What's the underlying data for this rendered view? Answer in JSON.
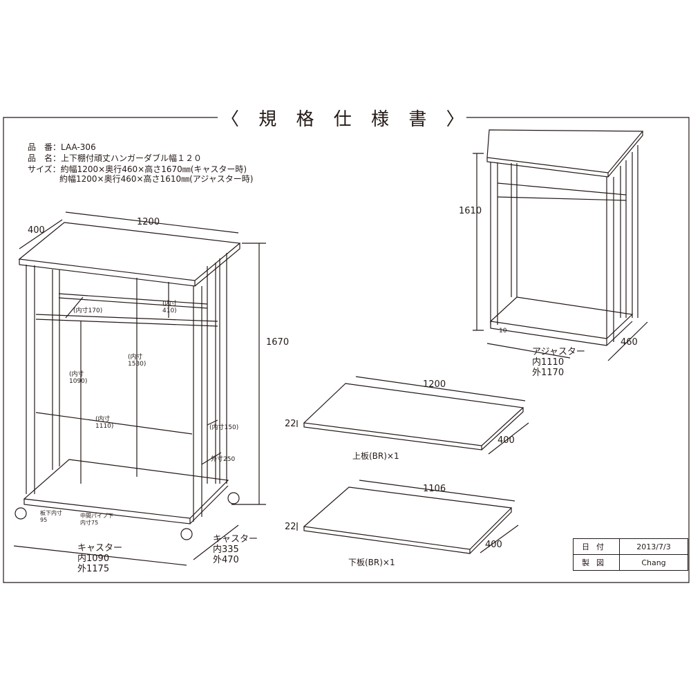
{
  "title": "〈 規 格 仕 様 書 〉",
  "spec": {
    "number_label": "品　番：",
    "number": "LAA-306",
    "name_label": "品　名：",
    "name": "上下棚付頑丈ハンガーダブル幅１２０",
    "size_label": "サイズ：",
    "size_caster": "約幅1200×奥行460×高さ1670㎜(キャスター時)",
    "size_adjuster": "約幅1200×奥行460×高さ1610㎜(アジャスター時)"
  },
  "main_view": {
    "width": "1200",
    "depth": "400",
    "height": "1670",
    "inner_410": [
      "(内寸",
      "410)"
    ],
    "inner_170": "(内寸170)",
    "inner_1530": [
      "(内寸",
      "1530)"
    ],
    "inner_1090": [
      "(内寸",
      "1090)"
    ],
    "inner_1110": [
      "(内寸",
      "1110)"
    ],
    "inner_150": "(内寸150)",
    "outer_250": "外寸250",
    "under_board": [
      "板下内寸",
      "95"
    ],
    "under_pipe": [
      "中間パイプ下",
      "内寸75"
    ],
    "caster_width": [
      "キャスター",
      "内1090",
      "外1175"
    ],
    "caster_depth": [
      "キャスター",
      "内335",
      "外470"
    ]
  },
  "adjuster_view": {
    "height": "1610",
    "foot": "10",
    "depth": "460",
    "adjuster": [
      "アジャスター",
      "内1110",
      "外1170"
    ]
  },
  "upper_board": {
    "width": "1200",
    "depth": "400",
    "thickness": "22",
    "label": "上板(BR)×1"
  },
  "lower_board": {
    "width": "1106",
    "depth": "400",
    "thickness": "22",
    "label": "下板(BR)×1"
  },
  "title_block": {
    "date_label": "日付",
    "date": "2013/7/3",
    "drawn_label": "製図",
    "drawn": "Chang"
  }
}
